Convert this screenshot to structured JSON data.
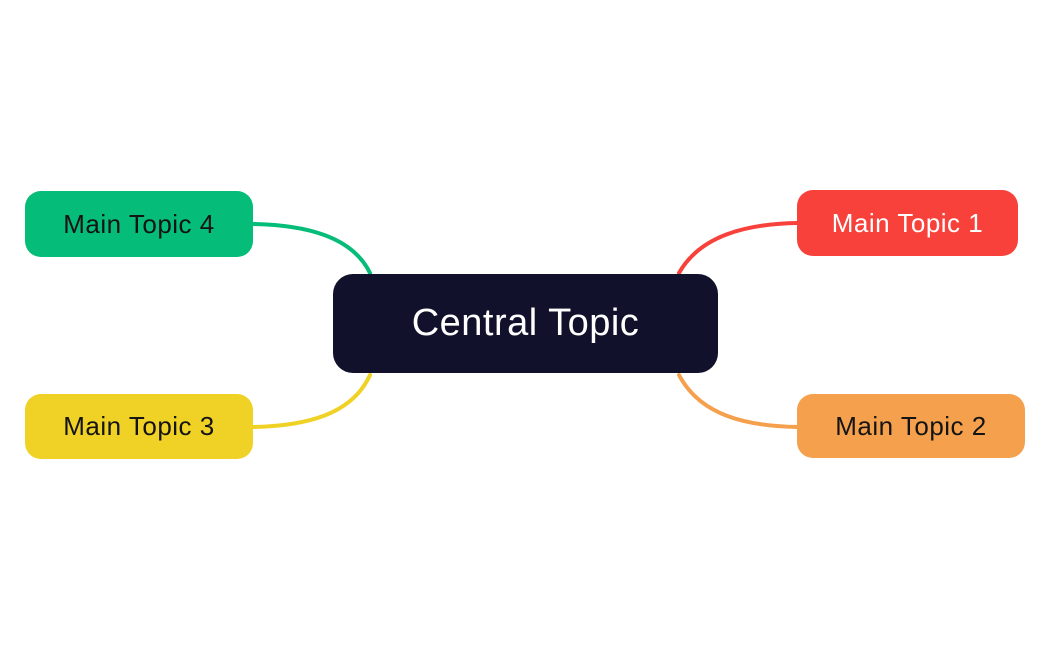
{
  "canvas": {
    "background_color": "#FFFFFF"
  },
  "mindmap": {
    "central": {
      "label": "Central Topic",
      "bg_color": "#11112B",
      "text_color": "#FFFFFF"
    },
    "topics": [
      {
        "label": "Main Topic 1",
        "position": "top-right",
        "bg_color": "#F8413A",
        "text_color": "#FFFFFF"
      },
      {
        "label": "Main Topic 2",
        "position": "bottom-right",
        "bg_color": "#F5A04D",
        "text_color": "#141414"
      },
      {
        "label": "Main Topic 3",
        "position": "bottom-left",
        "bg_color": "#F0D126",
        "text_color": "#141414"
      },
      {
        "label": "Main Topic 4",
        "position": "top-left",
        "bg_color": "#06BC79",
        "text_color": "#141414"
      }
    ]
  }
}
